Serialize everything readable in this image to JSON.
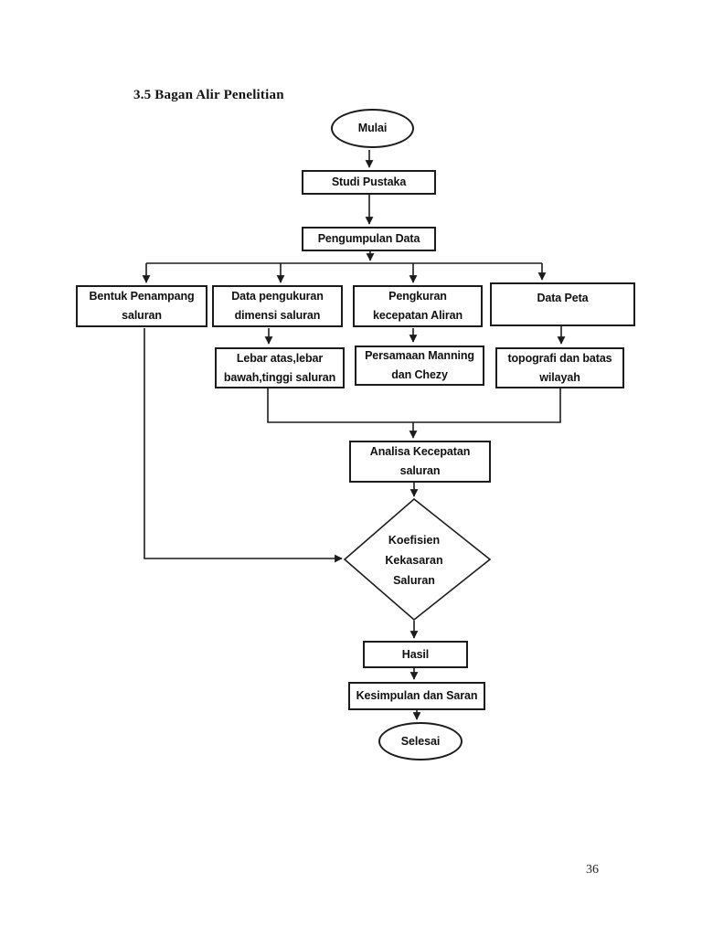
{
  "page": {
    "title": "3.5 Bagan Alir Penelitian",
    "page_number": "36"
  },
  "flowchart": {
    "colors": {
      "line": "#1c1c1c",
      "text": "#101010",
      "background": "#ffffff"
    },
    "nodes": {
      "mulai": {
        "label": "Mulai",
        "shape": "terminator"
      },
      "studi_pustaka": {
        "label": "Studi Pustaka",
        "shape": "process"
      },
      "pengumpulan_data": {
        "label": "Pengumpulan Data",
        "shape": "process"
      },
      "bentuk_penampang": {
        "label": "Bentuk Penampang\nsaluran",
        "shape": "process"
      },
      "data_pengukuran": {
        "label": "Data pengukuran\ndimensi saluran",
        "shape": "process"
      },
      "pengkuran_kecepatan": {
        "label": "Pengkuran\nkecepatan Aliran",
        "shape": "process"
      },
      "data_peta": {
        "label": "Data Peta",
        "shape": "process"
      },
      "lebar_atas": {
        "label": "Lebar atas,lebar\nbawah,tinggi saluran",
        "shape": "process"
      },
      "persamaan_manning": {
        "label": "Persamaan Manning\ndan Chezy",
        "shape": "process"
      },
      "topografi": {
        "label": "topografi dan batas\nwilayah",
        "shape": "process"
      },
      "analisa_kecepatan": {
        "label": "Analisa Kecepatan\nsaluran",
        "shape": "process"
      },
      "koefisien_kekasaran": {
        "label": "Koefisien\nKekasaran\nSaluran",
        "shape": "decision"
      },
      "hasil": {
        "label": "Hasil",
        "shape": "process"
      },
      "kesimpulan_saran": {
        "label": "Kesimpulan dan Saran",
        "shape": "process"
      },
      "selesai": {
        "label": "Selesai",
        "shape": "terminator"
      }
    },
    "edges": [
      {
        "from": "mulai",
        "to": "studi_pustaka"
      },
      {
        "from": "studi_pustaka",
        "to": "pengumpulan_data"
      },
      {
        "from": "pengumpulan_data",
        "to": "bentuk_penampang"
      },
      {
        "from": "pengumpulan_data",
        "to": "data_pengukuran"
      },
      {
        "from": "pengumpulan_data",
        "to": "pengkuran_kecepatan"
      },
      {
        "from": "pengumpulan_data",
        "to": "data_peta"
      },
      {
        "from": "data_pengukuran",
        "to": "lebar_atas"
      },
      {
        "from": "pengkuran_kecepatan",
        "to": "persamaan_manning"
      },
      {
        "from": "data_peta",
        "to": "topografi"
      },
      {
        "from": "lebar_atas",
        "to": "analisa_kecepatan"
      },
      {
        "from": "topografi",
        "to": "analisa_kecepatan"
      },
      {
        "from": "analisa_kecepatan",
        "to": "koefisien_kekasaran"
      },
      {
        "from": "bentuk_penampang",
        "to": "koefisien_kekasaran"
      },
      {
        "from": "koefisien_kekasaran",
        "to": "hasil"
      },
      {
        "from": "hasil",
        "to": "kesimpulan_saran"
      },
      {
        "from": "kesimpulan_saran",
        "to": "selesai"
      }
    ]
  }
}
